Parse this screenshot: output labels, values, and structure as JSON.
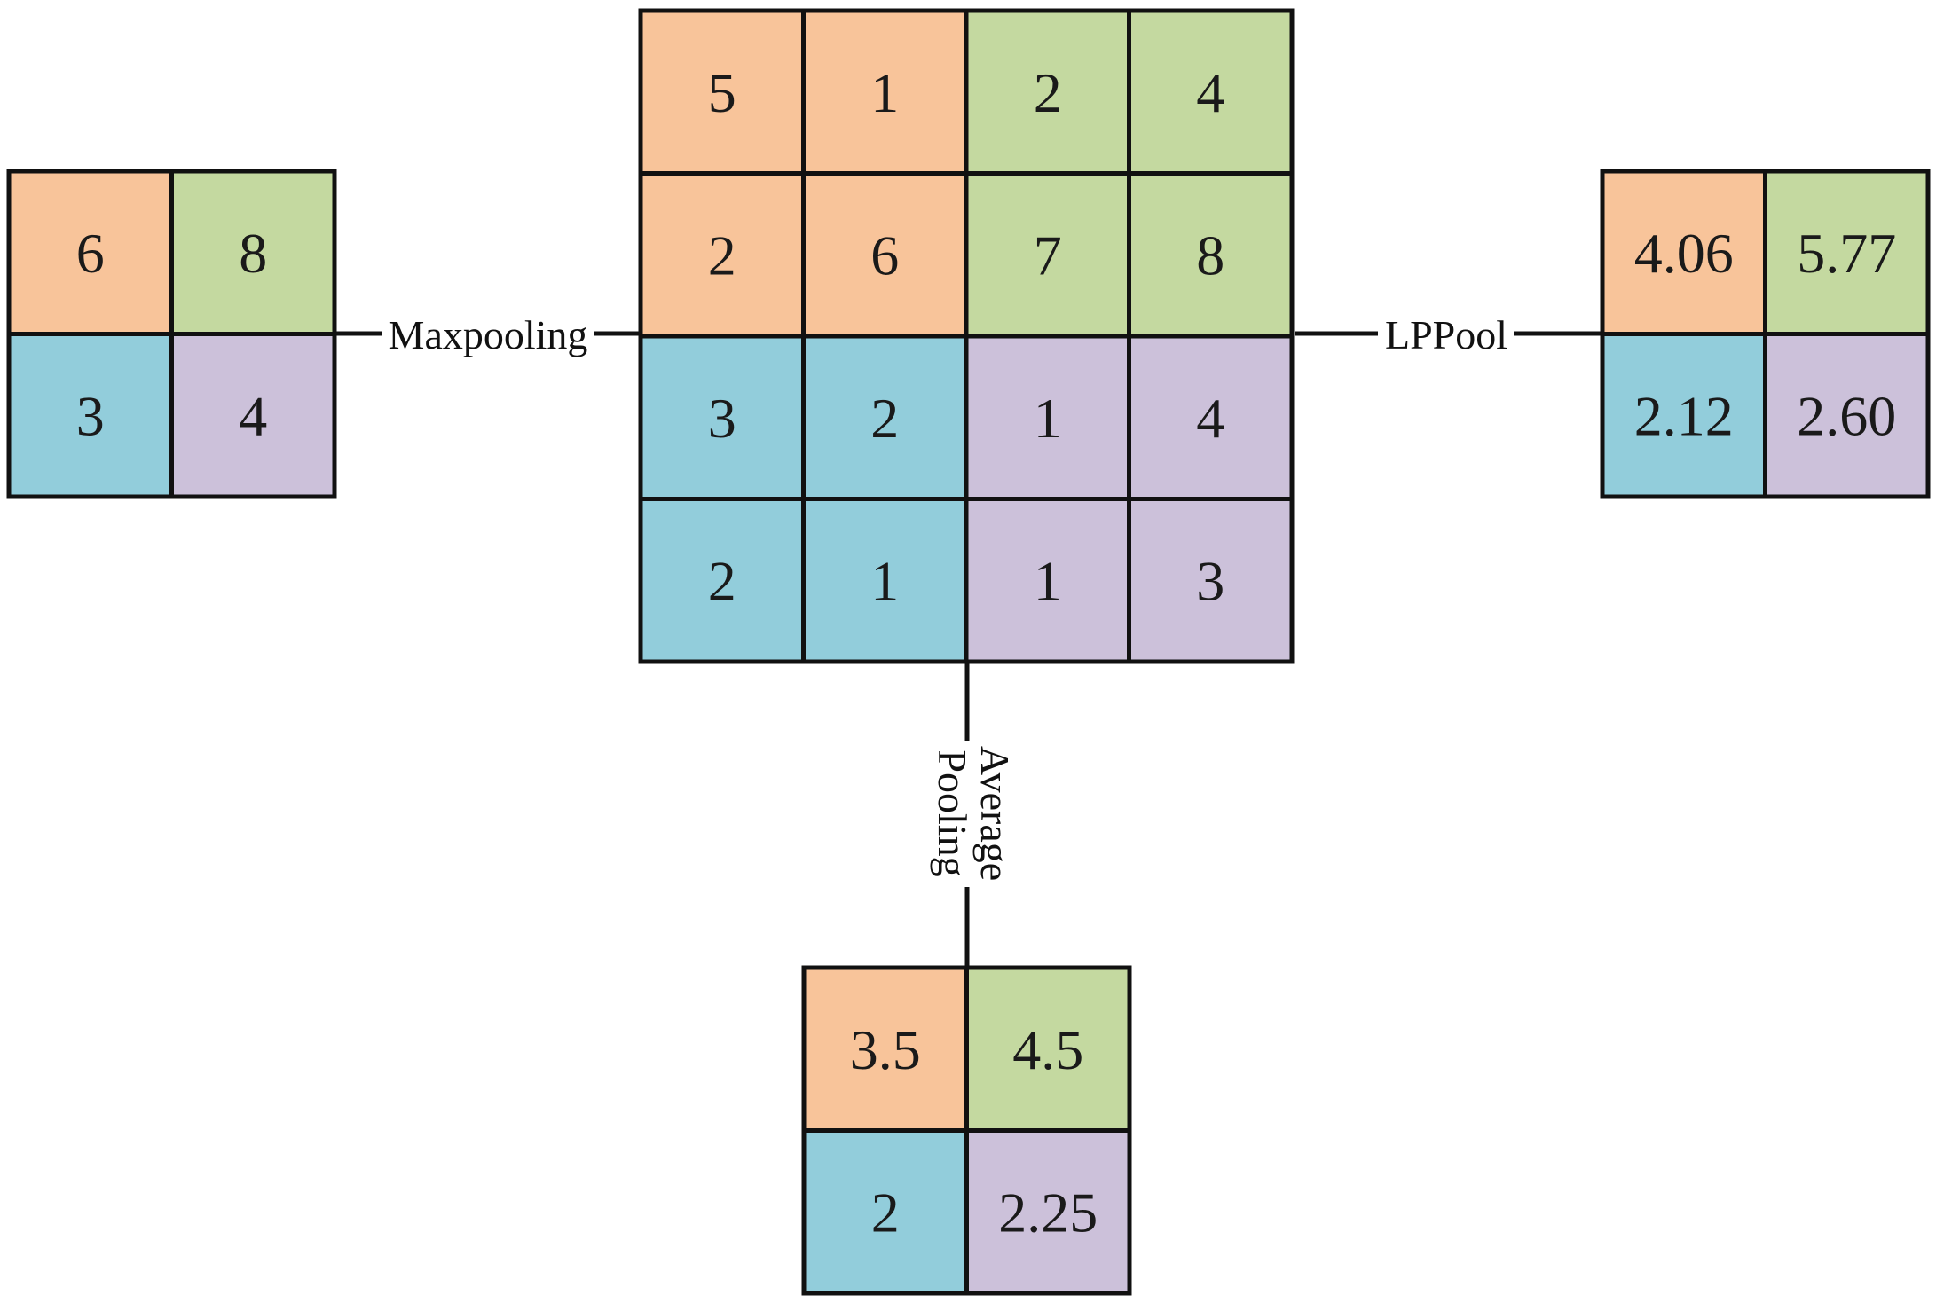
{
  "colors": {
    "orange": "#F8C49A",
    "green": "#C4D9A0",
    "blue": "#92CDDB",
    "purple": "#CCC1DA",
    "border": "#111111"
  },
  "input_matrix": {
    "rows": [
      [
        {
          "v": "5",
          "c": "orange"
        },
        {
          "v": "1",
          "c": "orange"
        },
        {
          "v": "2",
          "c": "green"
        },
        {
          "v": "4",
          "c": "green"
        }
      ],
      [
        {
          "v": "2",
          "c": "orange"
        },
        {
          "v": "6",
          "c": "orange"
        },
        {
          "v": "7",
          "c": "green"
        },
        {
          "v": "8",
          "c": "green"
        }
      ],
      [
        {
          "v": "3",
          "c": "blue"
        },
        {
          "v": "2",
          "c": "blue"
        },
        {
          "v": "1",
          "c": "purple"
        },
        {
          "v": "4",
          "c": "purple"
        }
      ],
      [
        {
          "v": "2",
          "c": "blue"
        },
        {
          "v": "1",
          "c": "blue"
        },
        {
          "v": "1",
          "c": "purple"
        },
        {
          "v": "3",
          "c": "purple"
        }
      ]
    ]
  },
  "maxpool": {
    "label": "Maxpooling",
    "rows": [
      [
        {
          "v": "6",
          "c": "orange"
        },
        {
          "v": "8",
          "c": "green"
        }
      ],
      [
        {
          "v": "3",
          "c": "blue"
        },
        {
          "v": "4",
          "c": "purple"
        }
      ]
    ]
  },
  "lppool": {
    "label": "LPPool",
    "rows": [
      [
        {
          "v": "4.06",
          "c": "orange"
        },
        {
          "v": "5.77",
          "c": "green"
        }
      ],
      [
        {
          "v": "2.12",
          "c": "blue"
        },
        {
          "v": "2.60",
          "c": "purple"
        }
      ]
    ]
  },
  "avgpool": {
    "label_line1": "Average",
    "label_line2": "Pooling",
    "rows": [
      [
        {
          "v": "3.5",
          "c": "orange"
        },
        {
          "v": "4.5",
          "c": "green"
        }
      ],
      [
        {
          "v": "2",
          "c": "blue"
        },
        {
          "v": "2.25",
          "c": "purple"
        }
      ]
    ]
  }
}
